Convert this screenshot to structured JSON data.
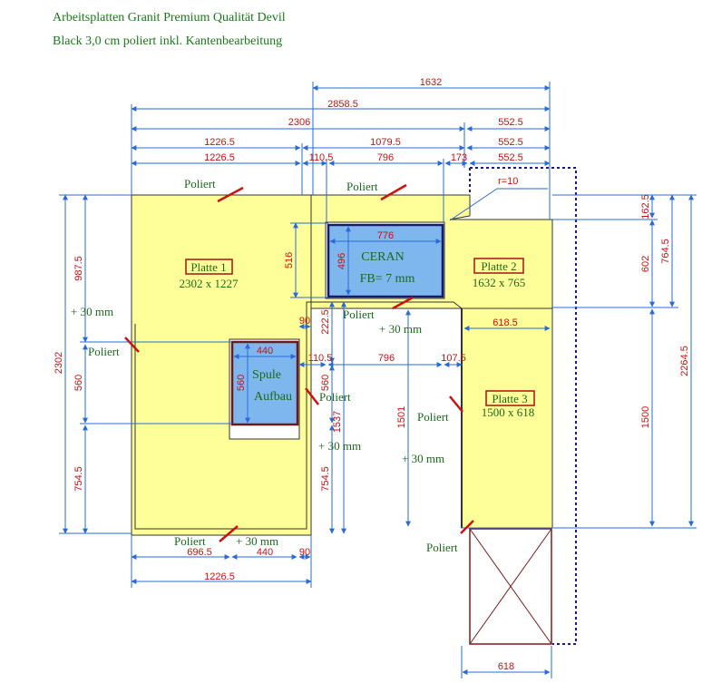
{
  "header": {
    "title_line1": "Arbeitsplatten Granit Premium Qualität Devil",
    "title_line2": "Black 3,0 cm poliert inkl. Kantenbearbeitung"
  },
  "colors": {
    "slab_fill": "#ffff99",
    "cutout_fill": "#7eb6ee",
    "dimension": "#cc1111",
    "label_text": "#1a6a1a",
    "dim_line": "#2a6ad8"
  },
  "plates": {
    "p1": {
      "name": "Platte 1",
      "size": "2302 x 1227"
    },
    "p2": {
      "name": "Platte 2",
      "size": "1632 x 765"
    },
    "p3": {
      "name": "Platte 3",
      "size": "1500 x 618"
    }
  },
  "cutouts": {
    "ceran": {
      "name": "CERAN",
      "note": "FB= 7 mm",
      "w": "776",
      "h": "496"
    },
    "sink": {
      "name1": "Spule",
      "name2": "Aufbau",
      "w": "440",
      "h": "560"
    }
  },
  "labels": {
    "poliert": "Poliert",
    "plus30": "+ 30 mm",
    "radius": "r=10"
  },
  "dims": {
    "top_1632": "1632",
    "top_2858": "2858.5",
    "top_2306": "2306",
    "top_552a": "552.5",
    "top_1226a": "1226.5",
    "top_1079": "1079.5",
    "top_552b": "552.5",
    "top_1226b": "1226.5",
    "top_110": "110.5",
    "top_796": "796",
    "top_173": "173",
    "top_552c": "552.5",
    "left_2302": "2302",
    "left_987": "987.5",
    "left_560": "560",
    "left_754a": "754.5",
    "mid_516": "516",
    "mid_90a": "90",
    "mid_222": "222.5",
    "mid_110": "110.5",
    "mid_560": "560",
    "mid_1537": "1537",
    "mid_754b": "754.5",
    "mid_796": "796",
    "mid_107": "107.5",
    "mid_618": "618.5",
    "mid_1501": "1501",
    "right_162": "162.5",
    "right_602": "602",
    "right_764": "764.5",
    "right_1500": "1500",
    "right_2264": "2264.5",
    "bot_696": "696.5",
    "bot_440": "440",
    "bot_90": "90",
    "bot_1226": "1226.5",
    "bot_618": "618"
  }
}
